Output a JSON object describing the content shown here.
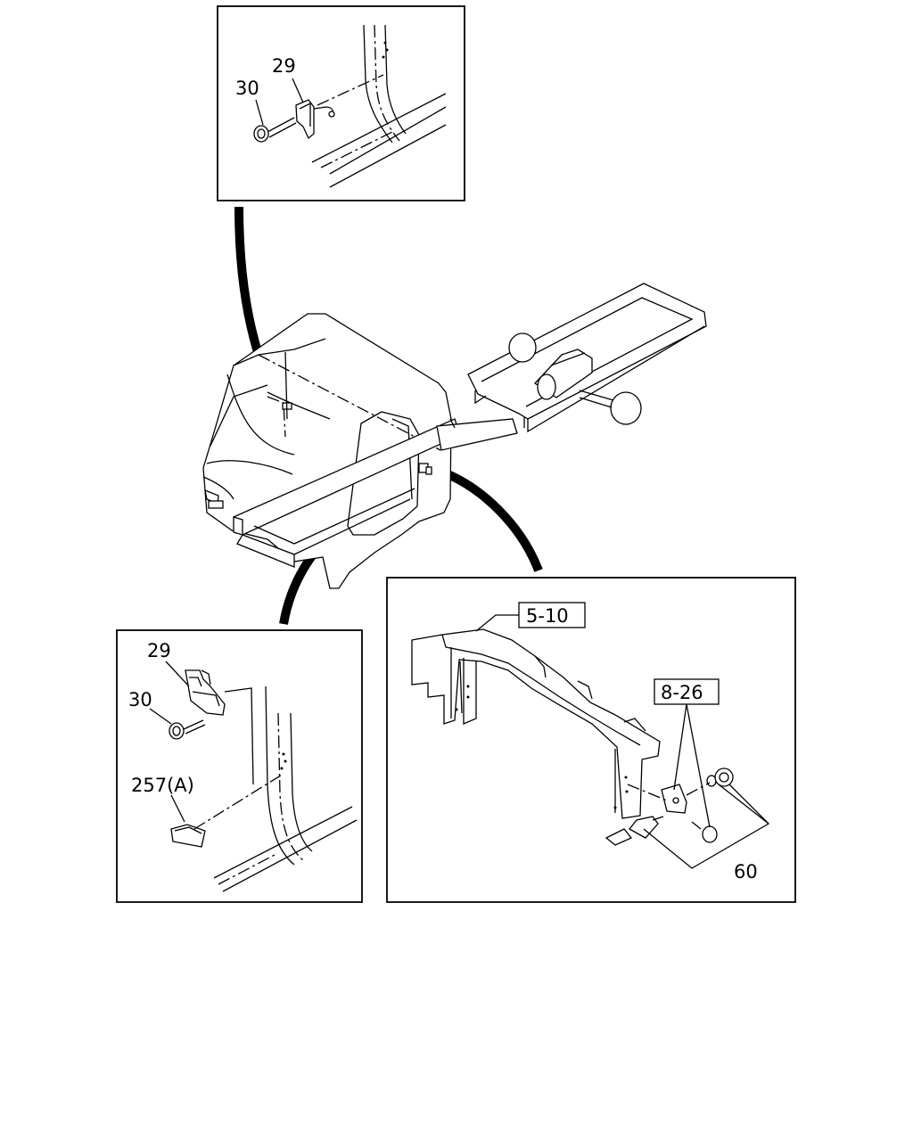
{
  "callouts": {
    "top_inset": {
      "label_29": "29",
      "label_30": "30"
    },
    "bottom_left_inset": {
      "label_29": "29",
      "label_30": "30",
      "label_257a": "257(A)"
    },
    "bottom_right_inset": {
      "ref_5_10": "5-10",
      "ref_8_26": "8-26",
      "label_60": "60"
    }
  }
}
